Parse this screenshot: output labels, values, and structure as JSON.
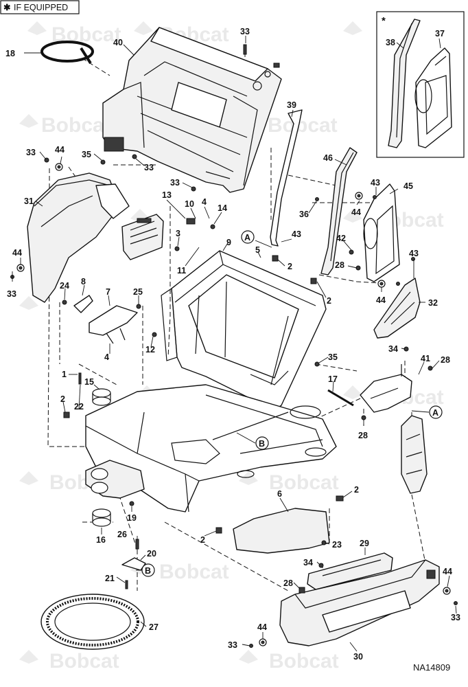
{
  "header": {
    "badge_text": "IF EQUIPPED",
    "badge_star": "✱"
  },
  "inset": {
    "star": "*",
    "labels": [
      "38",
      "37"
    ]
  },
  "watermark": {
    "brand": "Bobcat"
  },
  "callouts": [
    {
      "id": "c18",
      "text": "18"
    },
    {
      "id": "c40",
      "text": "40"
    },
    {
      "id": "c33a",
      "text": "33"
    },
    {
      "id": "c39",
      "text": "39"
    },
    {
      "id": "c33b",
      "text": "33"
    },
    {
      "id": "c44a",
      "text": "44"
    },
    {
      "id": "c35a",
      "text": "35"
    },
    {
      "id": "c33c",
      "text": "33"
    },
    {
      "id": "c46",
      "text": "46"
    },
    {
      "id": "c33d",
      "text": "33"
    },
    {
      "id": "c43a",
      "text": "43"
    },
    {
      "id": "c45",
      "text": "45"
    },
    {
      "id": "c31",
      "text": "31"
    },
    {
      "id": "c13",
      "text": "13"
    },
    {
      "id": "c10",
      "text": "10"
    },
    {
      "id": "c4a",
      "text": "4"
    },
    {
      "id": "c14",
      "text": "14"
    },
    {
      "id": "c44b",
      "text": "44"
    },
    {
      "id": "c36",
      "text": "36"
    },
    {
      "id": "c3",
      "text": "3"
    },
    {
      "id": "c9",
      "text": "9"
    },
    {
      "id": "cA1",
      "text": "A"
    },
    {
      "id": "c43b",
      "text": "43"
    },
    {
      "id": "c42",
      "text": "42"
    },
    {
      "id": "c5",
      "text": "5"
    },
    {
      "id": "c44c",
      "text": "44"
    },
    {
      "id": "c11",
      "text": "11"
    },
    {
      "id": "c2a",
      "text": "2"
    },
    {
      "id": "c28a",
      "text": "28"
    },
    {
      "id": "c43c",
      "text": "43"
    },
    {
      "id": "c33e",
      "text": "33"
    },
    {
      "id": "c24",
      "text": "24"
    },
    {
      "id": "c8",
      "text": "8"
    },
    {
      "id": "c7",
      "text": "7"
    },
    {
      "id": "c25",
      "text": "25"
    },
    {
      "id": "c2b",
      "text": "2"
    },
    {
      "id": "c44d",
      "text": "44"
    },
    {
      "id": "c32",
      "text": "32"
    },
    {
      "id": "c4b",
      "text": "4"
    },
    {
      "id": "c12",
      "text": "12"
    },
    {
      "id": "c34a",
      "text": "34"
    },
    {
      "id": "c35b",
      "text": "35"
    },
    {
      "id": "c41",
      "text": "41"
    },
    {
      "id": "c28b",
      "text": "28"
    },
    {
      "id": "c1",
      "text": "1"
    },
    {
      "id": "c15",
      "text": "15"
    },
    {
      "id": "c17",
      "text": "17"
    },
    {
      "id": "c2c",
      "text": "2"
    },
    {
      "id": "c22",
      "text": "22"
    },
    {
      "id": "cA2",
      "text": "A"
    },
    {
      "id": "c28c",
      "text": "28"
    },
    {
      "id": "cB1",
      "text": "B"
    },
    {
      "id": "c6",
      "text": "6"
    },
    {
      "id": "c2d",
      "text": "2"
    },
    {
      "id": "c19",
      "text": "19"
    },
    {
      "id": "c16",
      "text": "16"
    },
    {
      "id": "c2e",
      "text": "2"
    },
    {
      "id": "c23",
      "text": "23"
    },
    {
      "id": "c26",
      "text": "26"
    },
    {
      "id": "c29",
      "text": "29"
    },
    {
      "id": "c20",
      "text": "20"
    },
    {
      "id": "c34b",
      "text": "34"
    },
    {
      "id": "cB2",
      "text": "B"
    },
    {
      "id": "c21",
      "text": "21"
    },
    {
      "id": "c28d",
      "text": "28"
    },
    {
      "id": "c44e",
      "text": "44"
    },
    {
      "id": "c33f",
      "text": "33"
    },
    {
      "id": "c27",
      "text": "27"
    },
    {
      "id": "c44f",
      "text": "44"
    },
    {
      "id": "c33g",
      "text": "33"
    },
    {
      "id": "c30",
      "text": "30"
    }
  ],
  "footer": {
    "figure_code": "NA14809"
  }
}
